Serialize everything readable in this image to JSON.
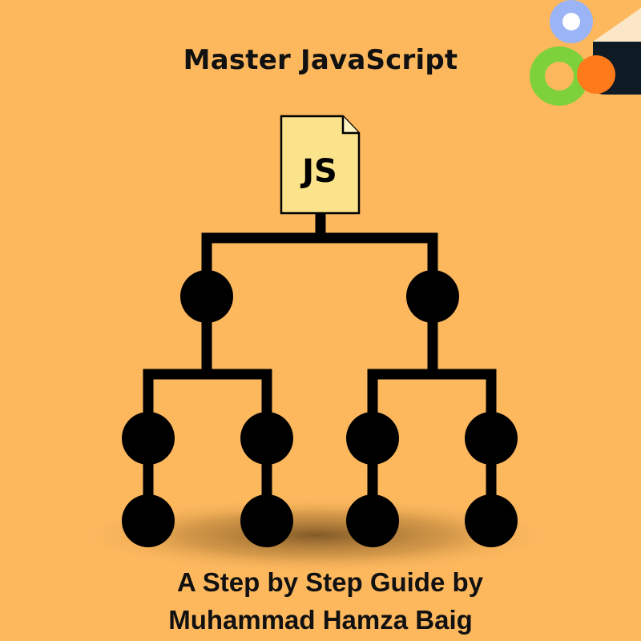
{
  "cover": {
    "title": "Master JavaScript",
    "file_label": "JS",
    "subtitle_line1": "A Step by Step Guide by",
    "subtitle_line2": "Muhammad Hamza Baig"
  },
  "colors": {
    "background": "#FDB85E",
    "ink": "#000000",
    "file_fill": "#FAE38A",
    "logo_blue": "#9BB4F5",
    "logo_green": "#7DD13A",
    "logo_orange": "#FF7A1A",
    "logo_navy": "#0E1A24",
    "logo_cream": "#FBE7C8"
  },
  "icons": {
    "file_icon": "js-file-icon",
    "logo": "brand-logo",
    "diagram": "tree-diagram"
  }
}
